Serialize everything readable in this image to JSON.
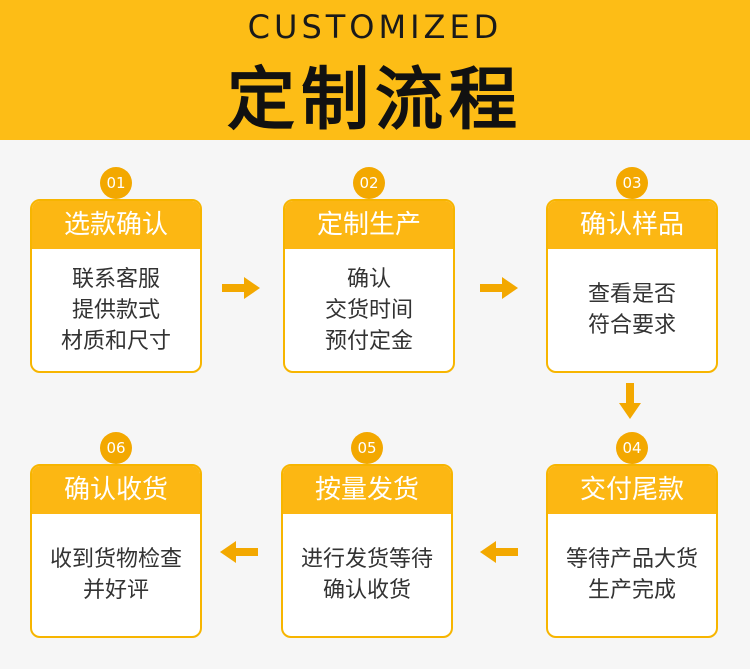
{
  "header": {
    "title_en": "CUSTOMIZED",
    "title_cn": "定制流程"
  },
  "colors": {
    "header_bg": "#fdbd16",
    "accent": "#f3a800",
    "card_title_bg": "#fcb713",
    "page_bg": "#f6f6f6"
  },
  "steps": [
    {
      "num": "01",
      "title": "选款确认",
      "lines": [
        "联系客服",
        "提供款式",
        "材质和尺寸"
      ]
    },
    {
      "num": "02",
      "title": "定制生产",
      "lines": [
        "确认",
        "交货时间",
        "预付定金"
      ]
    },
    {
      "num": "03",
      "title": "确认样品",
      "lines": [
        "查看是否",
        "符合要求"
      ]
    },
    {
      "num": "04",
      "title": "交付尾款",
      "lines": [
        "等待产品大货",
        "生产完成"
      ]
    },
    {
      "num": "05",
      "title": "按量发货",
      "lines": [
        "进行发货等待",
        "确认收货"
      ]
    },
    {
      "num": "06",
      "title": "确认收货",
      "lines": [
        "收到货物检查",
        "并好评"
      ]
    }
  ],
  "arrows": [
    {
      "from": "01",
      "to": "02",
      "direction": "right"
    },
    {
      "from": "02",
      "to": "03",
      "direction": "right"
    },
    {
      "from": "03",
      "to": "04",
      "direction": "down"
    },
    {
      "from": "04",
      "to": "05",
      "direction": "left"
    },
    {
      "from": "05",
      "to": "06",
      "direction": "left"
    }
  ]
}
